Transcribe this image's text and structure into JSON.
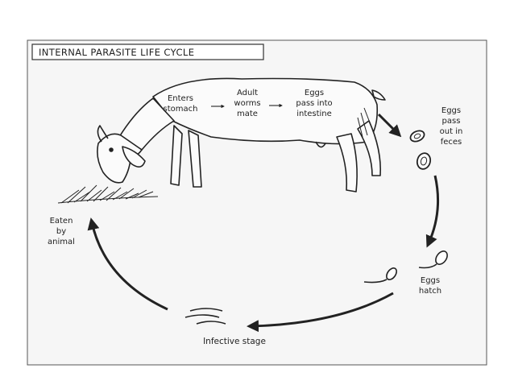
{
  "title": "INTERNAL PARASITE LIFE CYCLE",
  "stages": {
    "enters_stomach": [
      "Enters",
      "stomach"
    ],
    "adult_worms_mate": [
      "Adult",
      "worms",
      "mate"
    ],
    "eggs_pass_into_intestine": [
      "Eggs",
      "pass into",
      "intestine"
    ],
    "eggs_pass_out": [
      "Eggs",
      "pass",
      "out in",
      "feces"
    ],
    "eggs_hatch": [
      "Eggs",
      "hatch"
    ],
    "infective_stage": [
      "Infective stage"
    ],
    "eaten_by_animal": [
      "Eaten",
      "by",
      "animal"
    ]
  },
  "colors": {
    "ink": "#222222",
    "panel_bg": "#f6f6f6",
    "frame": "#555555"
  }
}
